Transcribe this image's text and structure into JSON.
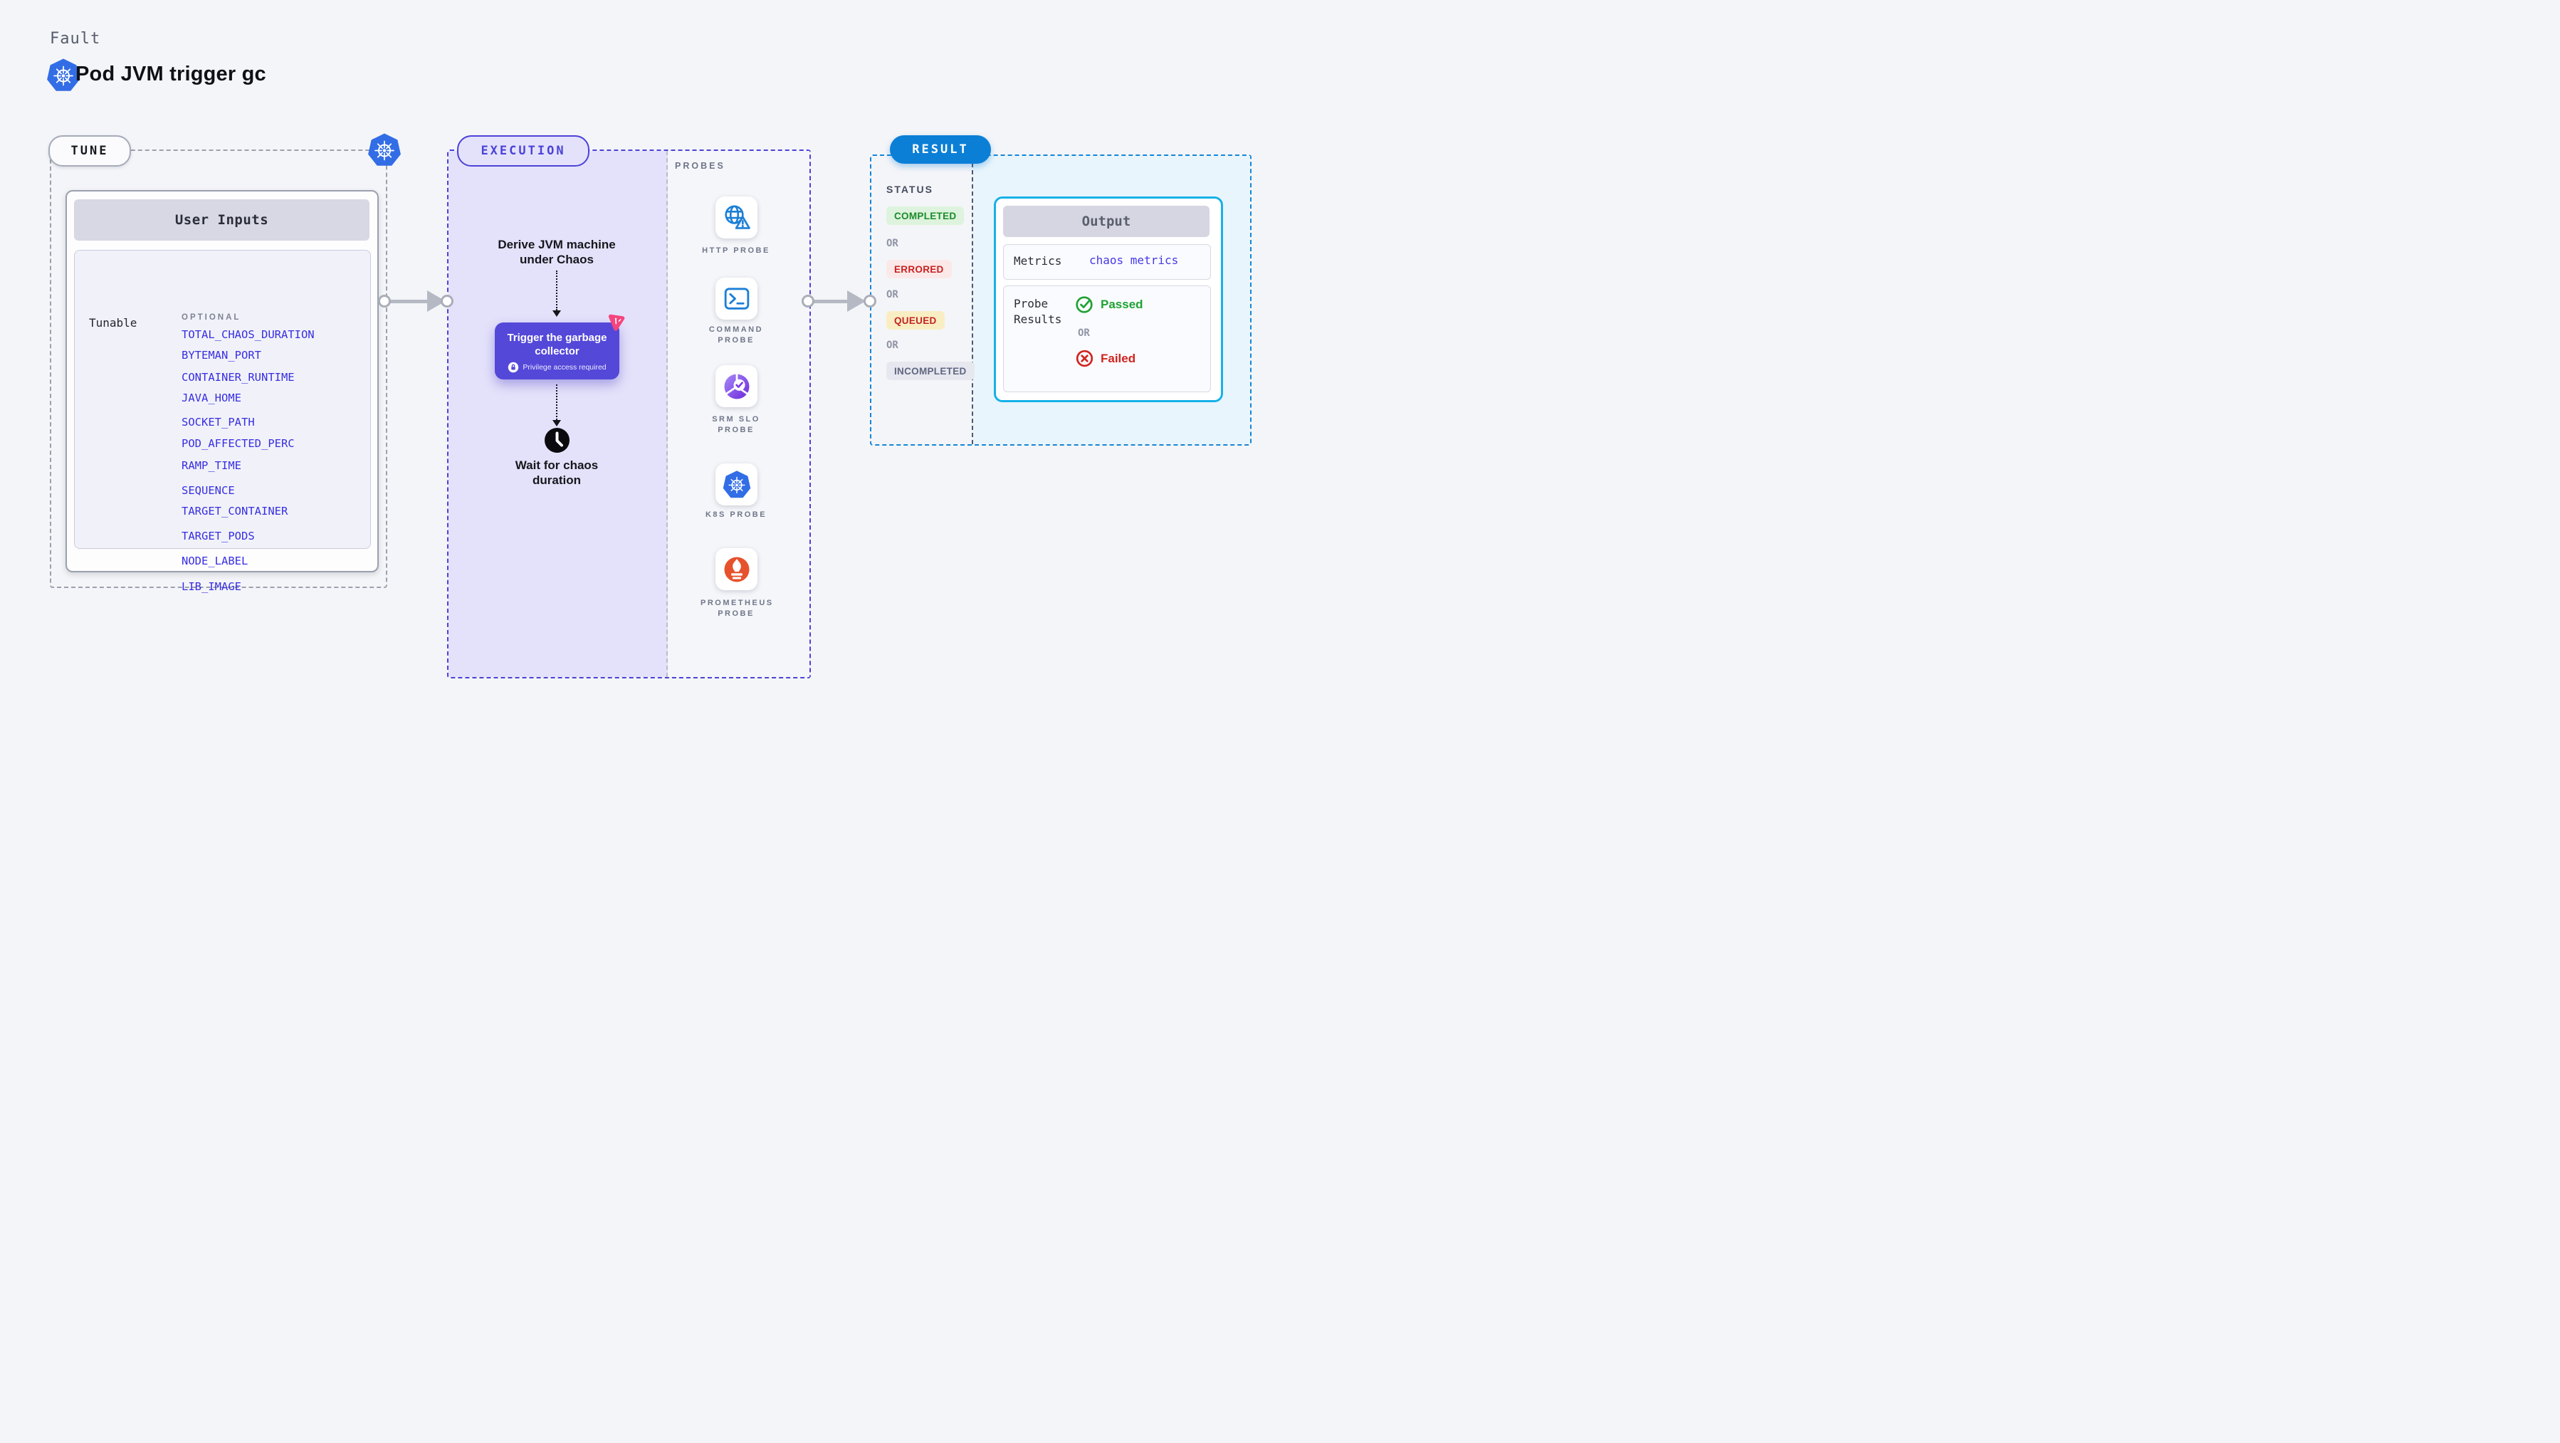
{
  "header": {
    "eyebrow": "Fault",
    "title": "Pod JVM trigger gc",
    "icon": "kubernetes-icon"
  },
  "tune": {
    "label": "TUNE",
    "user_inputs": {
      "title": "User Inputs",
      "row_label": "Tunable",
      "group_label": "OPTIONAL",
      "items": [
        "TOTAL_CHAOS_DURATION",
        "BYTEMAN_PORT",
        "CONTAINER_RUNTIME",
        "JAVA_HOME",
        "SOCKET_PATH",
        "POD_AFFECTED_PERC",
        "RAMP_TIME",
        "SEQUENCE",
        "TARGET_CONTAINER",
        "TARGET_PODS",
        "NODE_LABEL",
        "LIB_IMAGE"
      ]
    }
  },
  "execution": {
    "label": "EXECUTION",
    "steps": {
      "derive": "Derive JVM machine under Chaos",
      "trigger": "Trigger the garbage collector",
      "privilege": "Privilege access required",
      "wait": "Wait for chaos duration"
    }
  },
  "probes": {
    "title": "PROBES",
    "items": [
      {
        "label": "HTTP PROBE",
        "icon": "globe-alert-icon"
      },
      {
        "label": "COMMAND PROBE",
        "icon": "terminal-icon"
      },
      {
        "label": "SRM SLO PROBE",
        "icon": "slo-pie-icon"
      },
      {
        "label": "K8S PROBE",
        "icon": "kubernetes-icon"
      },
      {
        "label": "PROMETHEUS PROBE",
        "icon": "prometheus-icon"
      }
    ]
  },
  "result": {
    "label": "RESULT",
    "status_title": "STATUS",
    "or_label": "OR",
    "statuses": [
      {
        "label": "COMPLETED",
        "fg": "#1b8c2a",
        "bg": "#ddf3dd"
      },
      {
        "label": "ERRORED",
        "fg": "#cb2020",
        "bg": "#fbe9e9"
      },
      {
        "label": "QUEUED",
        "fg": "#c32424",
        "bg": "#f9eec3"
      },
      {
        "label": "INCOMPLETED",
        "fg": "#5f6680",
        "bg": "#e7e8ef"
      }
    ],
    "output": {
      "title": "Output",
      "metrics_label": "Metrics",
      "metrics_value": "chaos metrics",
      "probe_results_label": "Probe Results",
      "passed": "Passed",
      "failed": "Failed",
      "or_label": "OR"
    }
  },
  "colors": {
    "accent_indigo": "#4c42d9",
    "execution_fill": "#e4e2fa",
    "trigger_button": "#5448d9",
    "result_blue": "#0b7fd6",
    "result_border": "#1486d8",
    "output_border": "#16b1e8",
    "output_fill": "#e9f5fc",
    "kubernetes_blue": "#326de6",
    "probe_icon_blue": "#1b7fd6",
    "prometheus_orange": "#e6522c",
    "srm_purple": "#7c3aed",
    "success_green": "#1fa233",
    "error_red": "#d2231e",
    "tunable_link_blue": "#382ee2",
    "pink_badge": "#f5457e",
    "arrow_gray": "#b5b9c4"
  }
}
